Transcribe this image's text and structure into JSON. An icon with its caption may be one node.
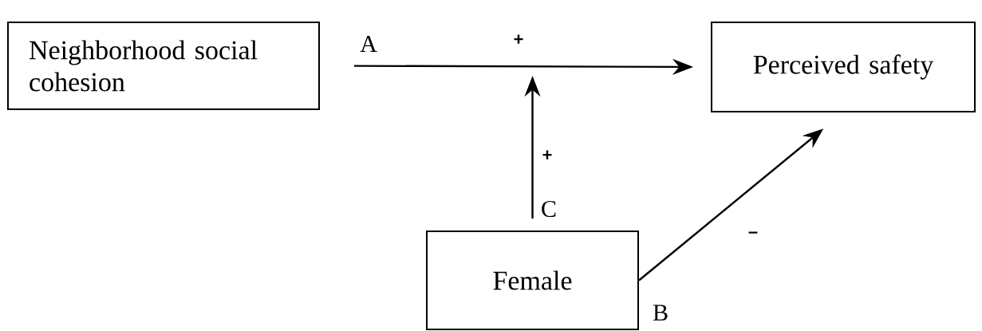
{
  "diagram": {
    "nodes": [
      {
        "text": [
          "Neighborhood social cohesion"
        ]
      },
      {
        "text": [
          "Perceived safety"
        ]
      },
      {
        "text": [
          "Female"
        ]
      }
    ],
    "edges": [
      {
        "from": 0,
        "to": 1,
        "arrow": "to",
        "label": "+"
      },
      {
        "from": 2,
        "to": null,
        "arrow": "to",
        "label": "+"
      },
      {
        "from": 2,
        "to": 1,
        "arrow": "to",
        "label": "–"
      }
    ],
    "labels": [
      "A",
      "C",
      "B"
    ]
  }
}
